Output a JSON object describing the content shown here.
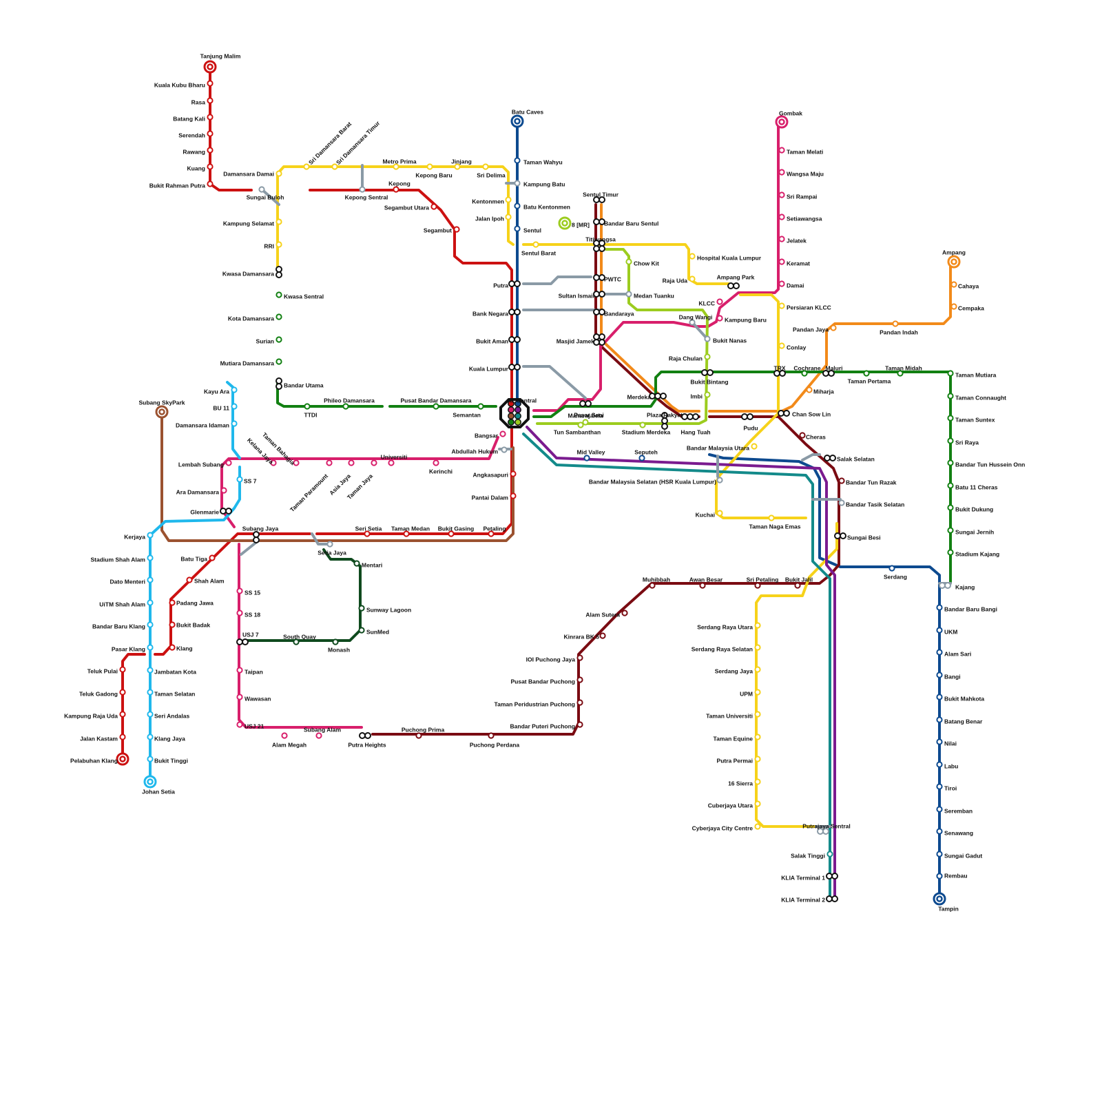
{
  "map": {
    "colors": {
      "ktm_port": "#cc1111",
      "ktm_seremban": "#0d4a8f",
      "lrt_ampang": "#f28a1a",
      "lrt_sripetaling": "#7a0b12",
      "lrt_kelanajaya": "#d81f6b",
      "mrt_kajang": "#128012",
      "mrt_putrajaya": "#f6d21a",
      "monorail": "#9ccc1f",
      "klia_ekspres": "#7a1b8f",
      "klia_transit": "#138a8a",
      "brt": "#0f4a1e",
      "skypark": "#9b5230",
      "shah_alam": "#1fb8ec",
      "interchange": "#8a9aa6"
    },
    "stations": [
      {
        "name": "Tanjung Malim",
        "anchor": "middle"
      },
      {
        "name": "Kuala Kubu Bharu",
        "anchor": "end"
      },
      {
        "name": "Rasa",
        "anchor": "end"
      },
      {
        "name": "Batang Kali",
        "anchor": "end"
      },
      {
        "name": "Serendah",
        "anchor": "end"
      },
      {
        "name": "Rawang",
        "anchor": "end"
      },
      {
        "name": "Kuang",
        "anchor": "end"
      },
      {
        "name": "Bukit Rahman Putra",
        "anchor": "end"
      },
      {
        "name": "Sungai Buloh",
        "anchor": "middle"
      },
      {
        "name": "Kepong Sentral",
        "anchor": "middle"
      },
      {
        "name": "Kepong",
        "anchor": "middle"
      },
      {
        "name": "Segambut Utara",
        "anchor": "end"
      },
      {
        "name": "Segambut",
        "anchor": "end"
      },
      {
        "name": "Damansara Damai",
        "anchor": "end"
      },
      {
        "name": "Sri Damansara Barat",
        "anchor": "start"
      },
      {
        "name": "Sri Damansara Timur",
        "anchor": "start"
      },
      {
        "name": "Metro Prima",
        "anchor": "middle"
      },
      {
        "name": "Kepong Baru",
        "anchor": "middle"
      },
      {
        "name": "Jinjang",
        "anchor": "middle"
      },
      {
        "name": "Sri Delima",
        "anchor": "middle"
      },
      {
        "name": "Kentonmen",
        "anchor": "end"
      },
      {
        "name": "Jalan Ipoh",
        "anchor": "end"
      },
      {
        "name": "Sentul Barat",
        "anchor": "middle"
      },
      {
        "name": "Kampung Selamat",
        "anchor": "end"
      },
      {
        "name": "RRI",
        "anchor": "end"
      },
      {
        "name": "Kwasa Damansara",
        "anchor": "end"
      },
      {
        "name": "Kwasa Sentral",
        "anchor": "start"
      },
      {
        "name": "Kota Damansara",
        "anchor": "end"
      },
      {
        "name": "Surian",
        "anchor": "end"
      },
      {
        "name": "Mutiara Damansara",
        "anchor": "end"
      },
      {
        "name": "Bandar Utama",
        "anchor": "start"
      },
      {
        "name": "TTDI",
        "anchor": "middle"
      },
      {
        "name": "Phileo Damansara",
        "anchor": "middle"
      },
      {
        "name": "Pusat Bandar Damansara",
        "anchor": "middle"
      },
      {
        "name": "Semantan",
        "anchor": "end"
      },
      {
        "name": "Batu Caves",
        "anchor": "middle"
      },
      {
        "name": "Taman Wahyu",
        "anchor": "start"
      },
      {
        "name": "Kampung Batu",
        "anchor": "start"
      },
      {
        "name": "Batu Kentonmen",
        "anchor": "start"
      },
      {
        "name": "Sentul",
        "anchor": "start"
      },
      {
        "name": "Putra",
        "anchor": "end"
      },
      {
        "name": "Bank Negara",
        "anchor": "end"
      },
      {
        "name": "Bukit Aman",
        "anchor": "end"
      },
      {
        "name": "Kuala Lumpur",
        "anchor": "end"
      },
      {
        "name": "KL Sentral",
        "anchor": "middle"
      },
      {
        "name": "Bangsar",
        "anchor": "end"
      },
      {
        "name": "Abdullah Hukum",
        "anchor": "end"
      },
      {
        "name": "Angkasapuri",
        "anchor": "end"
      },
      {
        "name": "Pantai Dalam",
        "anchor": "end"
      },
      {
        "name": "Petaling",
        "anchor": "middle"
      },
      {
        "name": "Bukit Gasing",
        "anchor": "middle"
      },
      {
        "name": "Taman Medan",
        "anchor": "middle"
      },
      {
        "name": "Seri Setia",
        "anchor": "middle"
      },
      {
        "name": "Setia Jaya",
        "anchor": "middle"
      },
      {
        "name": "Subang Jaya",
        "anchor": "middle"
      },
      {
        "name": "Batu Tiga",
        "anchor": "end"
      },
      {
        "name": "Shah Alam",
        "anchor": "start"
      },
      {
        "name": "Padang Jawa",
        "anchor": "start"
      },
      {
        "name": "Bukit Badak",
        "anchor": "start"
      },
      {
        "name": "Klang",
        "anchor": "start"
      },
      {
        "name": "Teluk Pulai",
        "anchor": "end"
      },
      {
        "name": "Teluk Gadong",
        "anchor": "end"
      },
      {
        "name": "Kampung Raja Uda",
        "anchor": "end"
      },
      {
        "name": "Jalan Kastam",
        "anchor": "end"
      },
      {
        "name": "Pelabuhan Klang",
        "anchor": "end"
      },
      {
        "name": "Subang SkyPark",
        "anchor": "middle"
      },
      {
        "name": "Kayu Ara",
        "anchor": "end"
      },
      {
        "name": "BU 11",
        "anchor": "end"
      },
      {
        "name": "Damansara Idaman",
        "anchor": "end"
      },
      {
        "name": "SS 7",
        "anchor": "start"
      },
      {
        "name": "Glenmarie",
        "anchor": "end"
      },
      {
        "name": "Kerjaya",
        "anchor": "end"
      },
      {
        "name": "Stadium Shah Alam",
        "anchor": "end"
      },
      {
        "name": "Dato Menteri",
        "anchor": "end"
      },
      {
        "name": "UiTM Shah Alam",
        "anchor": "end"
      },
      {
        "name": "Bandar Baru Klang",
        "anchor": "end"
      },
      {
        "name": "Pasar Klang",
        "anchor": "end"
      },
      {
        "name": "Jambatan Kota",
        "anchor": "start"
      },
      {
        "name": "Taman Selatan",
        "anchor": "start"
      },
      {
        "name": "Seri Andalas",
        "anchor": "start"
      },
      {
        "name": "Klang Jaya",
        "anchor": "start"
      },
      {
        "name": "Bukit Tinggi",
        "anchor": "start"
      },
      {
        "name": "Johan Setia",
        "anchor": "middle"
      },
      {
        "name": "Lembah Subang",
        "anchor": "end"
      },
      {
        "name": "Ara Damansara",
        "anchor": "end"
      },
      {
        "name": "Kelana Jaya",
        "anchor": "start"
      },
      {
        "name": "Taman Bahagia",
        "anchor": "start"
      },
      {
        "name": "Taman Paramount",
        "anchor": "end"
      },
      {
        "name": "Asia Jaya",
        "anchor": "end"
      },
      {
        "name": "Taman Jaya",
        "anchor": "end"
      },
      {
        "name": "Universiti",
        "anchor": "middle"
      },
      {
        "name": "Kerinchi",
        "anchor": "middle"
      },
      {
        "name": "SS 15",
        "anchor": "start"
      },
      {
        "name": "SS 18",
        "anchor": "start"
      },
      {
        "name": "USJ 7",
        "anchor": "start"
      },
      {
        "name": "South Quay",
        "anchor": "middle"
      },
      {
        "name": "Monash",
        "anchor": "middle"
      },
      {
        "name": "SunMed",
        "anchor": "start"
      },
      {
        "name": "Sunway Lagoon",
        "anchor": "start"
      },
      {
        "name": "Mentari",
        "anchor": "start"
      },
      {
        "name": "Taipan",
        "anchor": "start"
      },
      {
        "name": "Wawasan",
        "anchor": "start"
      },
      {
        "name": "USJ 21",
        "anchor": "start"
      },
      {
        "name": "Alam Megah",
        "anchor": "middle"
      },
      {
        "name": "Subang Alam",
        "anchor": "middle"
      },
      {
        "name": "Putra Heights",
        "anchor": "middle"
      },
      {
        "name": "Puchong Prima",
        "anchor": "middle"
      },
      {
        "name": "Puchong Perdana",
        "anchor": "middle"
      },
      {
        "name": "Bandar Puteri Puchong",
        "anchor": "end"
      },
      {
        "name": "Taman Peridustrian Puchong",
        "anchor": "end"
      },
      {
        "name": "Pusat Bandar Puchong",
        "anchor": "end"
      },
      {
        "name": "IOI Puchong Jaya",
        "anchor": "end"
      },
      {
        "name": "Kinrara BK 5",
        "anchor": "end"
      },
      {
        "name": "Alam Sutera",
        "anchor": "end"
      },
      {
        "name": "Muhibbah",
        "anchor": "middle"
      },
      {
        "name": "Awan Besar",
        "anchor": "middle"
      },
      {
        "name": "Sri Petaling",
        "anchor": "middle"
      },
      {
        "name": "Bukit Jalil",
        "anchor": "middle"
      },
      {
        "name": "Sentul Timur",
        "anchor": "middle"
      },
      {
        "name": "Bandar Baru Sentul",
        "anchor": "start"
      },
      {
        "name": "Titiwangsa",
        "anchor": "middle"
      },
      {
        "name": "PWTC",
        "anchor": "start"
      },
      {
        "name": "Sultan Ismail",
        "anchor": "end"
      },
      {
        "name": "Bandaraya",
        "anchor": "start"
      },
      {
        "name": "Masjid Jamek",
        "anchor": "end"
      },
      {
        "name": "Pasar Seni",
        "anchor": "middle"
      },
      {
        "name": "Merdeka",
        "anchor": "end"
      },
      {
        "name": "Plaza Rakyat",
        "anchor": "middle"
      },
      {
        "name": "Hang Tuah",
        "anchor": "middle"
      },
      {
        "name": "Pudu",
        "anchor": "middle"
      },
      {
        "name": "Chan Sow Lin",
        "anchor": "start"
      },
      {
        "name": "Miharja",
        "anchor": "start"
      },
      {
        "name": "Maluri",
        "anchor": "middle"
      },
      {
        "name": "Pandan Jaya",
        "anchor": "end"
      },
      {
        "name": "Pandan Indah",
        "anchor": "middle"
      },
      {
        "name": "Cempaka",
        "anchor": "start"
      },
      {
        "name": "Cahaya",
        "anchor": "start"
      },
      {
        "name": "Ampang",
        "anchor": "middle"
      },
      {
        "name": "Cheras",
        "anchor": "start"
      },
      {
        "name": "Salak Selatan",
        "anchor": "start"
      },
      {
        "name": "Bandar Tun Razak",
        "anchor": "start"
      },
      {
        "name": "Bandar Tasik Selatan",
        "anchor": "start"
      },
      {
        "name": "Sungai Besi",
        "anchor": "start"
      },
      {
        "name": "Chow Kit",
        "anchor": "start"
      },
      {
        "name": "Medan Tuanku",
        "anchor": "start"
      },
      {
        "name": "Bukit Nanas",
        "anchor": "start"
      },
      {
        "name": "Raja Chulan",
        "anchor": "end"
      },
      {
        "name": "Bukit Bintang",
        "anchor": "middle"
      },
      {
        "name": "Imbi",
        "anchor": "end"
      },
      {
        "name": "Tun Sambanthan",
        "anchor": "middle"
      },
      {
        "name": "Maharajalela",
        "anchor": "middle"
      },
      {
        "name": "Stadium Merdeka",
        "anchor": "middle"
      },
      {
        "name": "Hospital Kuala Lumpur",
        "anchor": "start"
      },
      {
        "name": "Raja Uda",
        "anchor": "end"
      },
      {
        "name": "Ampang Park",
        "anchor": "middle"
      },
      {
        "name": "KLCC",
        "anchor": "end"
      },
      {
        "name": "Kampung Baru",
        "anchor": "start"
      },
      {
        "name": "Dang Wangi",
        "anchor": "middle"
      },
      {
        "name": "Gombak",
        "anchor": "middle"
      },
      {
        "name": "Taman Melati",
        "anchor": "start"
      },
      {
        "name": "Wangsa Maju",
        "anchor": "start"
      },
      {
        "name": "Sri Rampai",
        "anchor": "start"
      },
      {
        "name": "Setiawangsa",
        "anchor": "start"
      },
      {
        "name": "Jelatek",
        "anchor": "start"
      },
      {
        "name": "Keramat",
        "anchor": "start"
      },
      {
        "name": "Damai",
        "anchor": "start"
      },
      {
        "name": "Persiaran KLCC",
        "anchor": "start"
      },
      {
        "name": "Conlay",
        "anchor": "start"
      },
      {
        "name": "TRX",
        "anchor": "middle"
      },
      {
        "name": "Cochrane",
        "anchor": "middle"
      },
      {
        "name": "Taman Pertama",
        "anchor": "middle"
      },
      {
        "name": "Taman Midah",
        "anchor": "middle"
      },
      {
        "name": "Taman Mutiara",
        "anchor": "start"
      },
      {
        "name": "Taman Connaught",
        "anchor": "start"
      },
      {
        "name": "Taman Suntex",
        "anchor": "start"
      },
      {
        "name": "Sri Raya",
        "anchor": "start"
      },
      {
        "name": "Bandar Tun Hussein Onn",
        "anchor": "start"
      },
      {
        "name": "Batu 11 Cheras",
        "anchor": "start"
      },
      {
        "name": "Bukit Dukung",
        "anchor": "start"
      },
      {
        "name": "Sungai Jernih",
        "anchor": "start"
      },
      {
        "name": "Stadium Kajang",
        "anchor": "start"
      },
      {
        "name": "Kajang",
        "anchor": "start"
      },
      {
        "name": "Mid Valley",
        "anchor": "middle"
      },
      {
        "name": "Seputeh",
        "anchor": "middle"
      },
      {
        "name": "Bandar Malaysia Utara",
        "anchor": "end"
      },
      {
        "name": "Bandar Malaysia Selatan (HSR Kuala Lumpur)",
        "anchor": "end"
      },
      {
        "name": "Kuchai",
        "anchor": "end"
      },
      {
        "name": "Taman Naga Emas",
        "anchor": "middle"
      },
      {
        "name": "Serdang",
        "anchor": "middle"
      },
      {
        "name": "Bandar Baru Bangi",
        "anchor": "start"
      },
      {
        "name": "UKM",
        "anchor": "start"
      },
      {
        "name": "Alam Sari",
        "anchor": "start"
      },
      {
        "name": "Bangi",
        "anchor": "start"
      },
      {
        "name": "Bukit Mahkota",
        "anchor": "start"
      },
      {
        "name": "Batang Benar",
        "anchor": "start"
      },
      {
        "name": "Nilai",
        "anchor": "start"
      },
      {
        "name": "Labu",
        "anchor": "start"
      },
      {
        "name": "Tiroi",
        "anchor": "start"
      },
      {
        "name": "Seremban",
        "anchor": "start"
      },
      {
        "name": "Senawang",
        "anchor": "start"
      },
      {
        "name": "Sungai Gadut",
        "anchor": "start"
      },
      {
        "name": "Rembau",
        "anchor": "start"
      },
      {
        "name": "Tampin",
        "anchor": "middle"
      },
      {
        "name": "Serdang Raya Utara",
        "anchor": "end"
      },
      {
        "name": "Serdang Raya Selatan",
        "anchor": "end"
      },
      {
        "name": "Serdang Jaya",
        "anchor": "end"
      },
      {
        "name": "UPM",
        "anchor": "end"
      },
      {
        "name": "Taman Universiti",
        "anchor": "end"
      },
      {
        "name": "Taman Equine",
        "anchor": "end"
      },
      {
        "name": "Putra Permai",
        "anchor": "end"
      },
      {
        "name": "16 Sierra",
        "anchor": "end"
      },
      {
        "name": "Cuberjaya Utara",
        "anchor": "end"
      },
      {
        "name": "Cyberjaya City Centre",
        "anchor": "end"
      },
      {
        "name": "Putrajaya Sentral",
        "anchor": "middle"
      },
      {
        "name": "Salak Tinggi",
        "anchor": "end"
      },
      {
        "name": "KLIA Terminal 1",
        "anchor": "end"
      },
      {
        "name": "KLIA Terminal 2",
        "anchor": "end"
      },
      {
        "name": "8 [MR]",
        "anchor": "start"
      }
    ]
  }
}
